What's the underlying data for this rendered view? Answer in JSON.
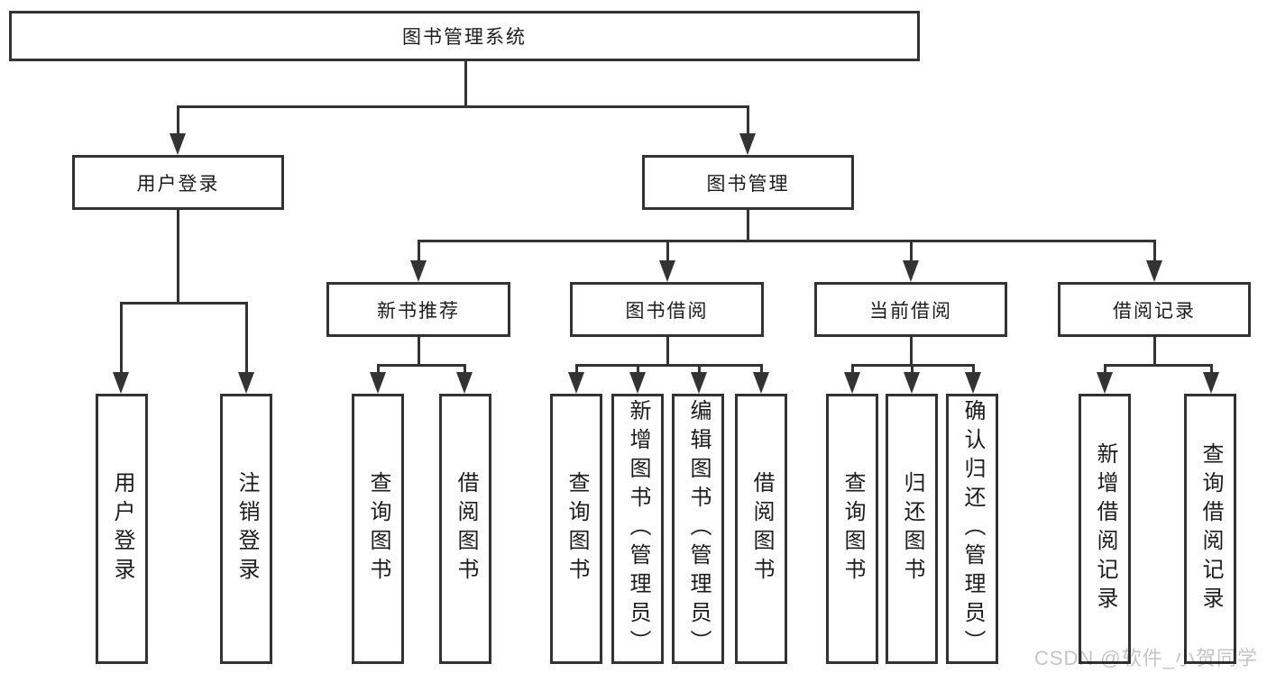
{
  "diagram": {
    "title": "图书管理系统",
    "level2": {
      "user_login": "用户登录",
      "book_management": "图书管理"
    },
    "level3": {
      "new_book_recommend": "新书推荐",
      "book_borrowing": "图书借阅",
      "current_borrowing": "当前借阅",
      "borrowing_records": "借阅记录"
    },
    "leaves": {
      "user_login": [
        "用户登录",
        "注销登录"
      ],
      "new_book_recommend": [
        "查询图书",
        "借阅图书"
      ],
      "book_borrowing": [
        "查询图书",
        "新增图书（管理员）",
        "编辑图书（管理员）",
        "借阅图书"
      ],
      "current_borrowing": [
        "查询图书",
        "归还图书",
        "确认归还（管理员）"
      ],
      "borrowing_records": [
        "新增借阅记录",
        "查询借阅记录"
      ]
    }
  },
  "watermark": {
    "text": "CSDN @软件_小贺同学"
  },
  "colors": {
    "line": "#333333",
    "text": "#1c1c1c",
    "background": "#ffffff",
    "watermark": "#c4c4c4"
  }
}
